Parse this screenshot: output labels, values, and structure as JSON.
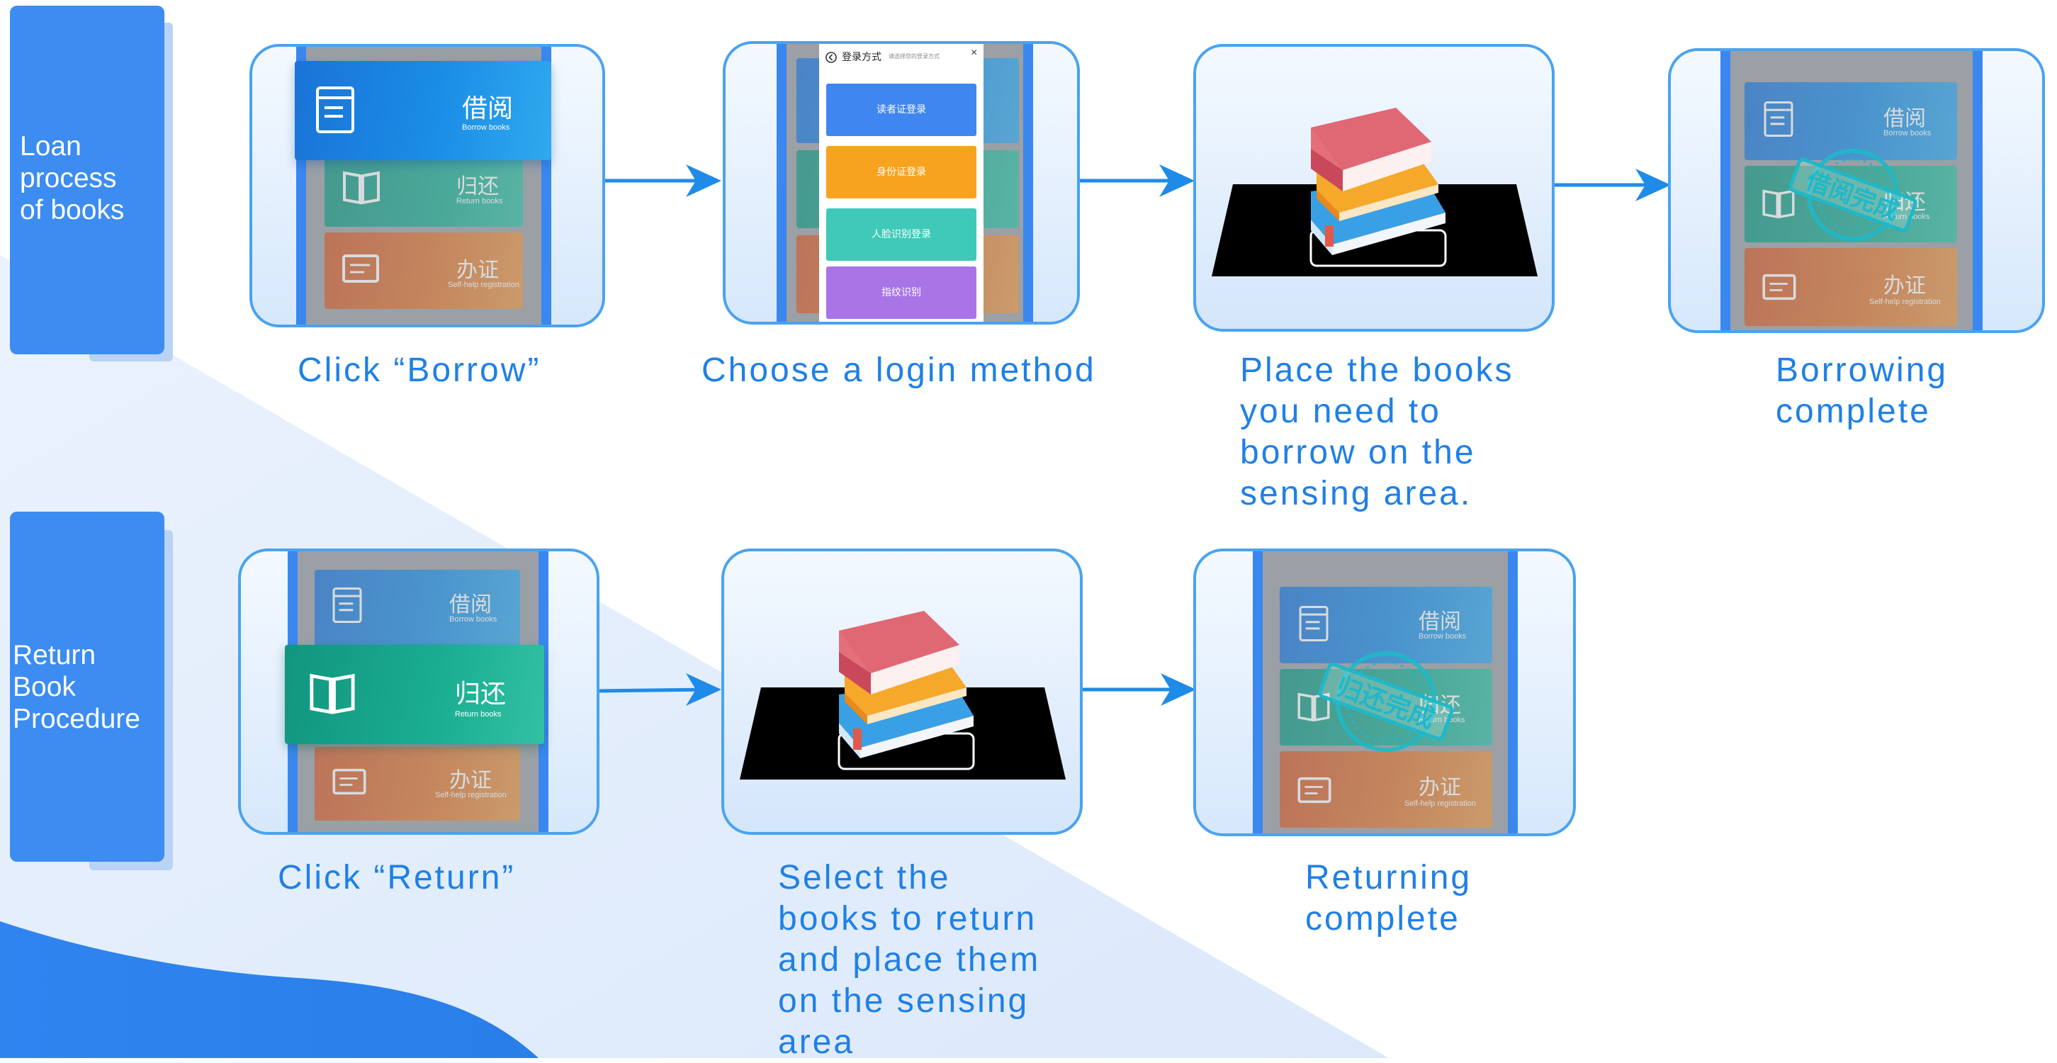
{
  "sections": {
    "loan_title_lines": [
      "Loan",
      "process",
      "of books"
    ],
    "return_title_lines": [
      "Return",
      "Book",
      "Procedure"
    ]
  },
  "tiles": {
    "borrow_zh": "借阅",
    "borrow_en": "Borrow books",
    "return_zh": "归还",
    "return_en": "Return books",
    "register_zh": "办证",
    "register_en": "Self-help registration"
  },
  "popup": {
    "title": "登录方式",
    "subtitle": "请选择您的登录方式",
    "close": "×",
    "options": [
      "读者证登录",
      "身份证登录",
      "人脸识别登录",
      "指纹识别"
    ]
  },
  "stamps": {
    "borrow_done": "借阅完成",
    "return_done": "归还完成"
  },
  "steps": {
    "loan": [
      {
        "lines": [
          "Click “Borrow”"
        ]
      },
      {
        "lines": [
          "Choose a login method"
        ]
      },
      {
        "lines": [
          "Place the books",
          "you need to",
          "borrow on the",
          "sensing area."
        ]
      },
      {
        "lines": [
          "Borrowing",
          "complete"
        ]
      }
    ],
    "return": [
      {
        "lines": [
          "Click “Return”"
        ]
      },
      {
        "lines": [
          "Select the",
          "books to return",
          "and place them",
          "on the sensing",
          "area"
        ]
      },
      {
        "lines": [
          "Returning",
          "complete"
        ]
      }
    ]
  },
  "colors": {
    "accent": "#3c8cf2",
    "label_text": "#1f80e6",
    "borrow_tile": "#1a8de6",
    "return_tile": "#1aae92",
    "register_tile": "#e07a34",
    "stamp": "#1fb8c9",
    "popup_options": [
      "#3f86f0",
      "#f7a31f",
      "#3ec9b8",
      "#a874e6"
    ]
  },
  "icons": {
    "book_list": "book-list-icon",
    "open_book": "open-book-icon",
    "id_card": "id-card-icon",
    "back": "back-circle-icon",
    "close": "close-icon",
    "arrow": "arrow-right-icon",
    "book_stack": "book-stack-icon"
  }
}
